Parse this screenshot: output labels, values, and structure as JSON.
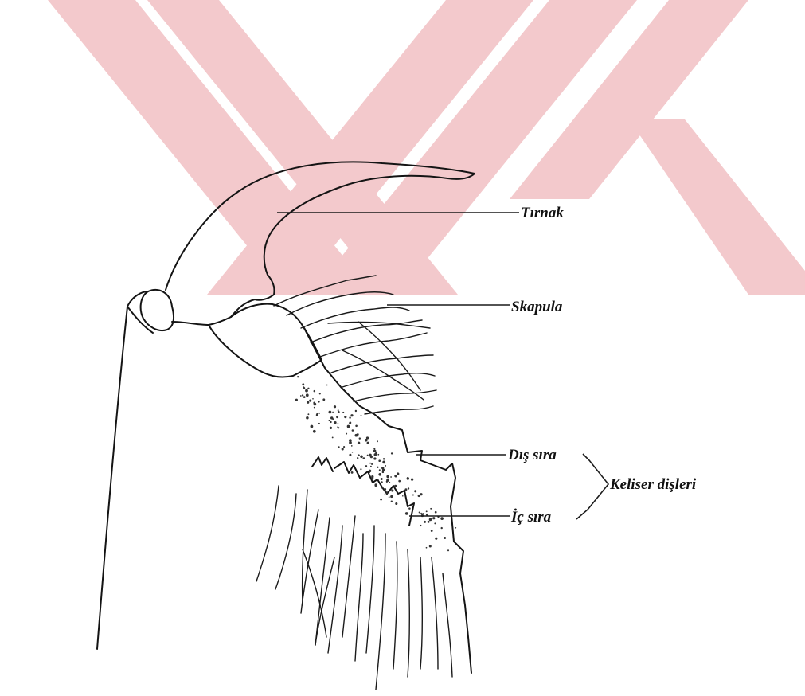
{
  "colors": {
    "watermark": "#f3c9cc",
    "ink": "#141414",
    "background": "#ffffff"
  },
  "labels": {
    "claw": "Tırnak",
    "scapula": "Skapula",
    "outer_row": "Dış sıra",
    "inner_row": "İç sıra",
    "chelicera_teeth": "Keliser dişleri"
  }
}
